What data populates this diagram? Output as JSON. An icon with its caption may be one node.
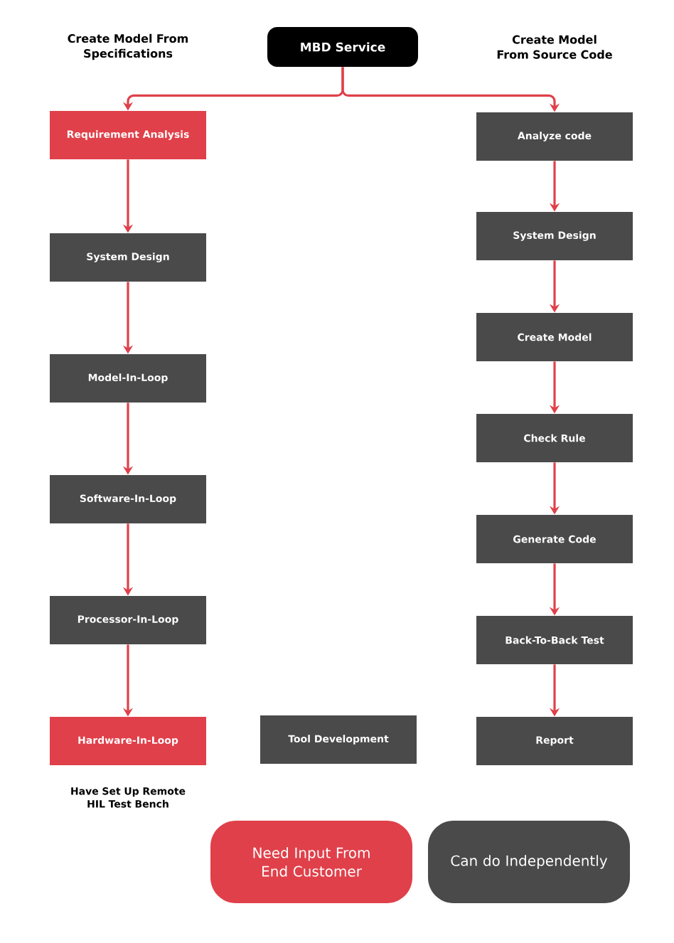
{
  "diagram": {
    "nodes": [
      {
        "text": [
          "MBD Service"
        ]
      },
      {
        "text": [
          "Requirement Analysis"
        ]
      },
      {
        "text": [
          "System Design"
        ]
      },
      {
        "text": [
          "Model-In-Loop"
        ]
      },
      {
        "text": [
          "Software-In-Loop"
        ]
      },
      {
        "text": [
          "Processor-In-Loop"
        ]
      },
      {
        "text": [
          "Hardware-In-Loop"
        ],
        "beside": [
          "Have Set Up Remote HIL Test Bench"
        ]
      },
      {
        "text": [
          "Tool Development"
        ]
      },
      {
        "text": [
          "Analyze code"
        ]
      },
      {
        "text": [
          "System Design"
        ]
      },
      {
        "text": [
          "Create Model"
        ]
      },
      {
        "text": [
          "Check Rule"
        ]
      },
      {
        "text": [
          "Generate Code"
        ]
      },
      {
        "text": [
          "Back-To-Back Test"
        ]
      },
      {
        "text": [
          "Report"
        ]
      }
    ],
    "edges": [
      {
        "from": 0,
        "to": 1,
        "arrow": "to"
      },
      {
        "from": 0,
        "to": 8,
        "arrow": "to"
      },
      {
        "from": 1,
        "to": 2,
        "arrow": "to"
      },
      {
        "from": 2,
        "to": 3,
        "arrow": "to"
      },
      {
        "from": 3,
        "to": 4,
        "arrow": "to"
      },
      {
        "from": 4,
        "to": 5,
        "arrow": "to"
      },
      {
        "from": 5,
        "to": 6,
        "arrow": "to"
      },
      {
        "from": 8,
        "to": 9,
        "arrow": "to"
      },
      {
        "from": 9,
        "to": 10,
        "arrow": "to"
      },
      {
        "from": 10,
        "to": 11,
        "arrow": "to"
      },
      {
        "from": 11,
        "to": 12,
        "arrow": "to"
      },
      {
        "from": 12,
        "to": 13,
        "arrow": "to"
      },
      {
        "from": 13,
        "to": 14,
        "arrow": "to"
      }
    ],
    "labels": [
      "Create Model From Specifications",
      "Create Model From Source Code"
    ],
    "legend": [
      {
        "text": "Need Input From End Customer",
        "color": "#e0404a"
      },
      {
        "text": "Can do Independently",
        "color": "#4a4a4a"
      }
    ]
  }
}
